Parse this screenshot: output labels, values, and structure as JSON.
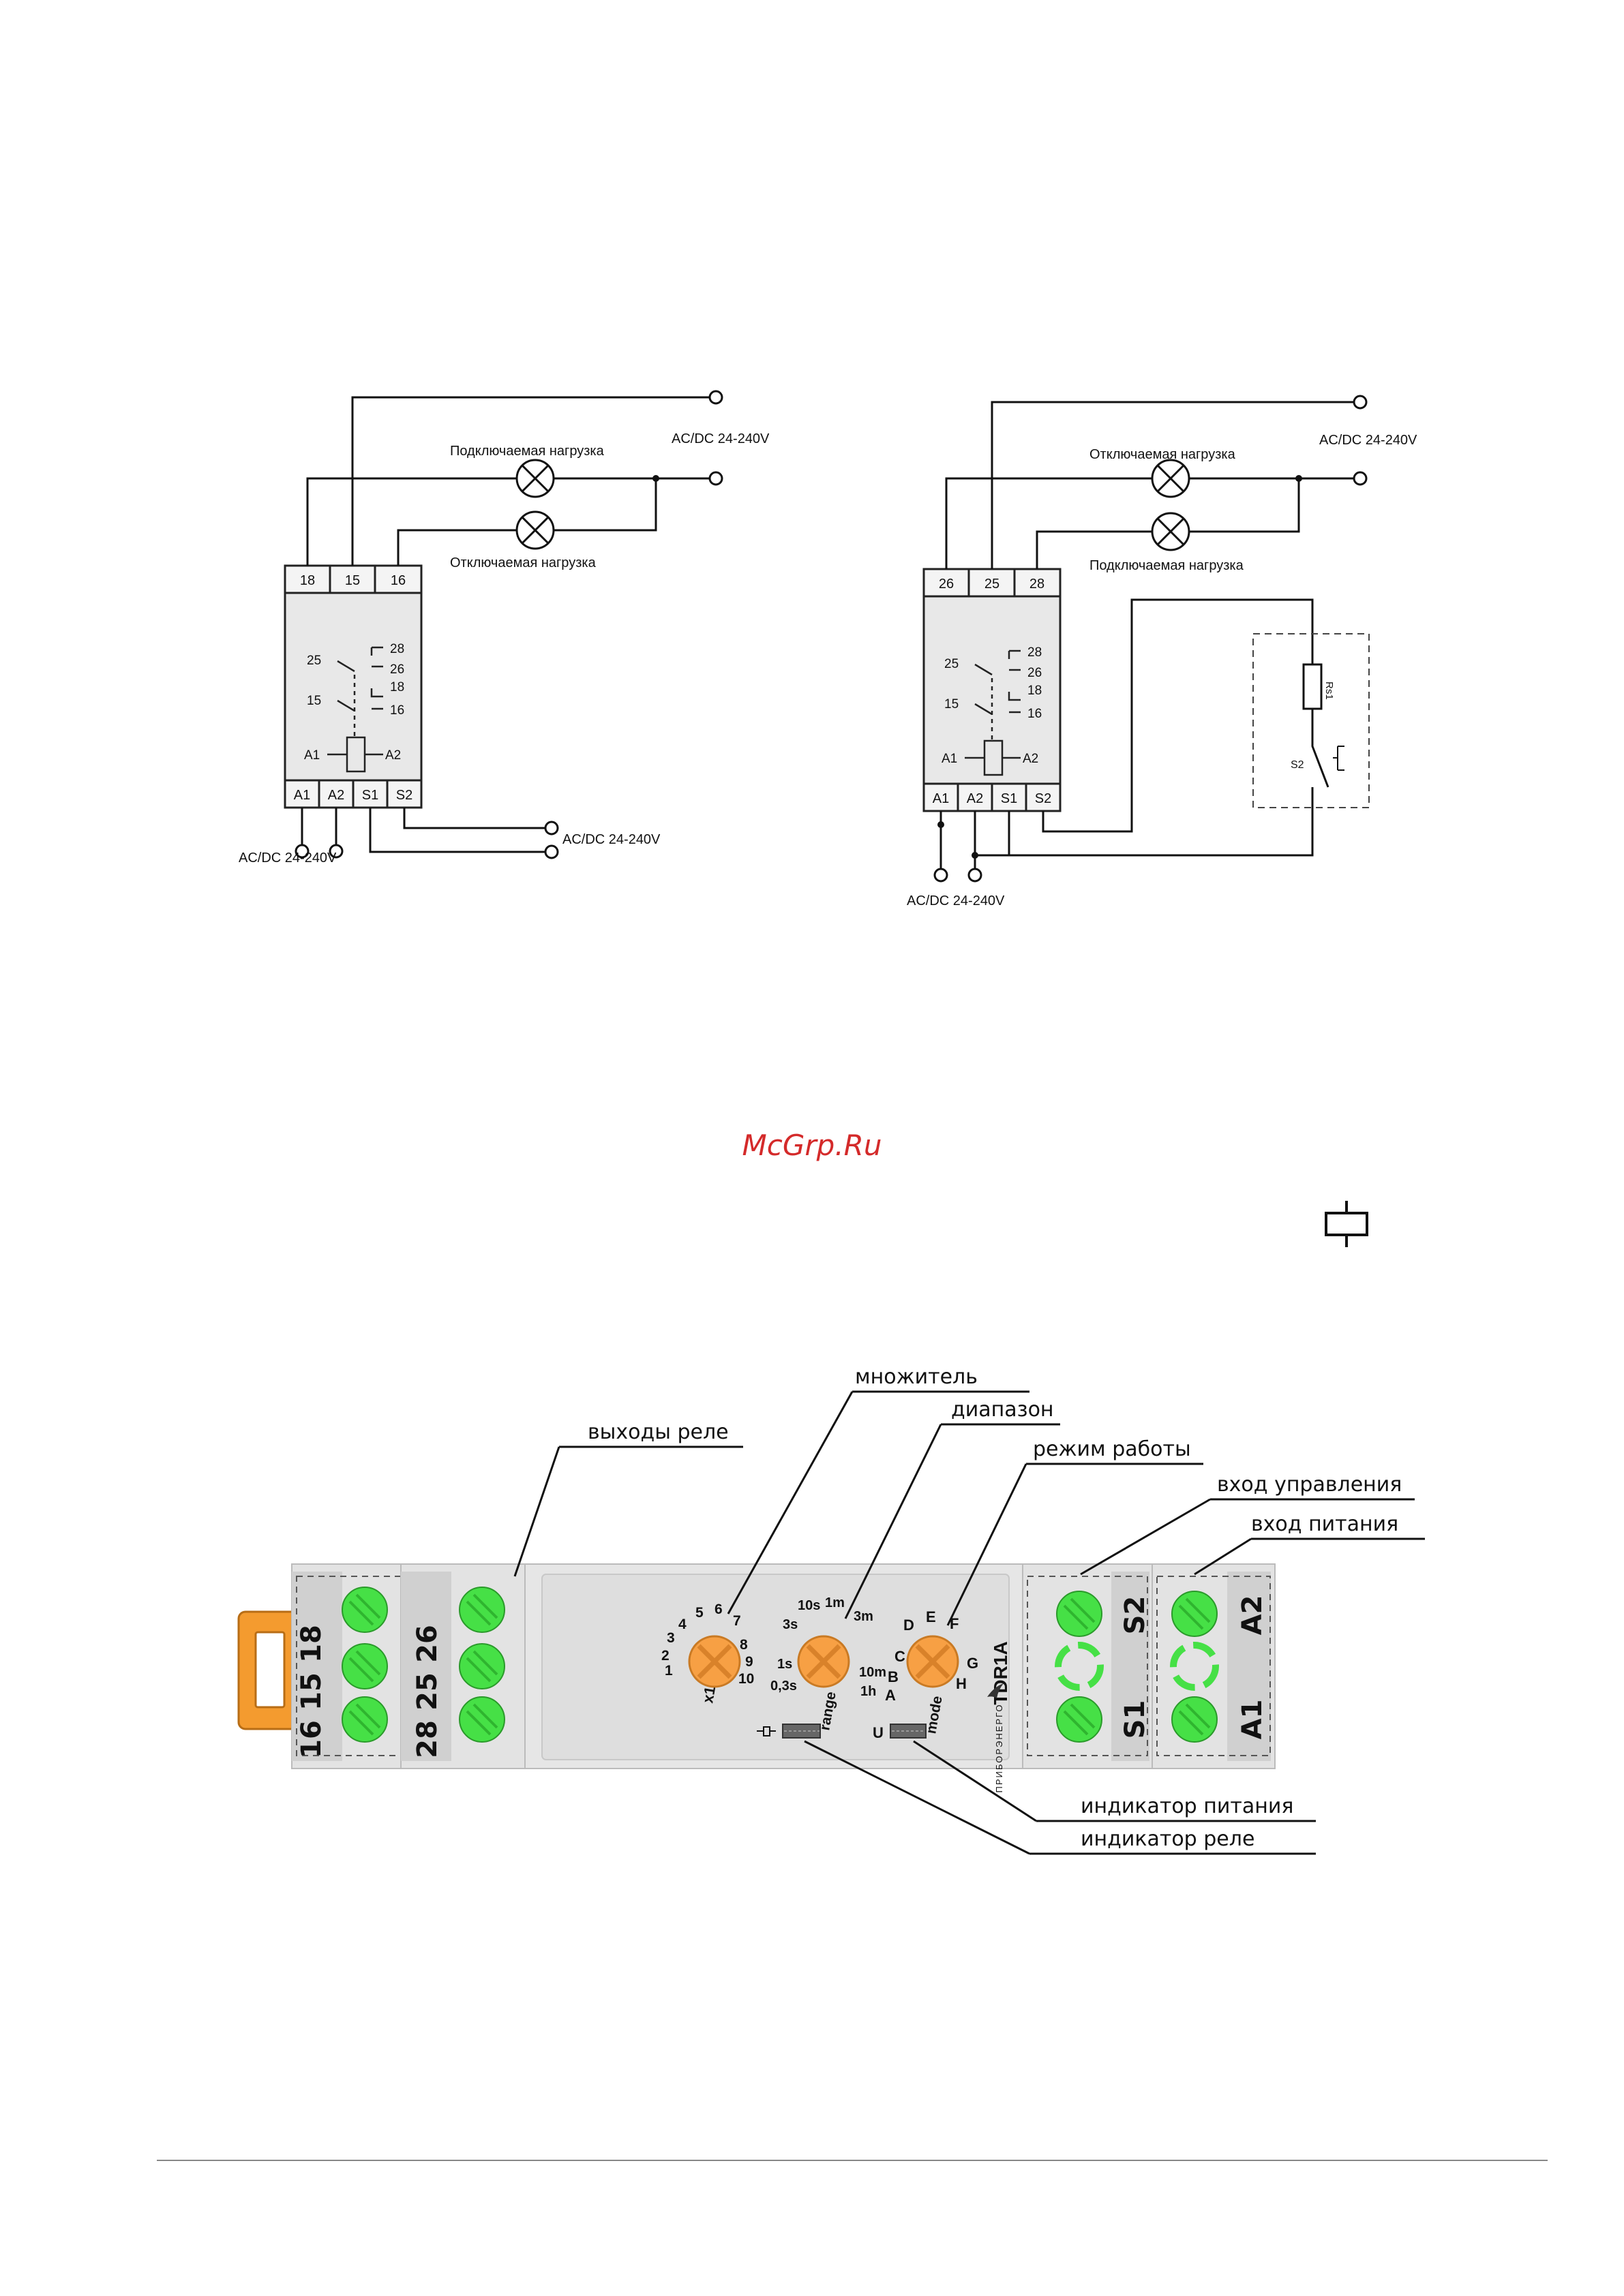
{
  "diagram1": {
    "top_terminals": [
      "18",
      "15",
      "16"
    ],
    "bottom_terminals": [
      "A1",
      "A2",
      "S1",
      "S2"
    ],
    "contacts": {
      "c1_common": "25",
      "c1_nc": "28",
      "c1_no": "26",
      "c2_common": "15",
      "c2_nc": "18",
      "c2_no": "16",
      "coil_left": "A1",
      "coil_right": "A2"
    },
    "supply_top": "AC/DC 24-240V",
    "supply_control": "AC/DC 24-240V",
    "supply_bottom": "AC/DC 24-240V",
    "load_on": "Подключаемая нагрузка",
    "load_off": "Отключаемая нагрузка"
  },
  "diagram2": {
    "top_terminals": [
      "26",
      "25",
      "28"
    ],
    "bottom_terminals": [
      "A1",
      "A2",
      "S1",
      "S2"
    ],
    "contacts": {
      "c1_common": "25",
      "c1_nc": "28",
      "c1_no": "26",
      "c2_common": "15",
      "c2_nc": "18",
      "c2_no": "16",
      "coil_left": "A1",
      "coil_right": "A2"
    },
    "supply_top": "AC/DC 24-240V",
    "supply_bottom": "AC/DC 24-240V",
    "load_off": "Отключаемая нагрузка",
    "load_on": "Подключаемая нагрузка",
    "resistor": "Rs1",
    "switch": "S2"
  },
  "watermark": "McGrp.Ru",
  "device": {
    "model": "TDR1A",
    "brand": "ПРИБОРЭНЕРГО",
    "left_terminals": {
      "col1": [
        "18",
        "15",
        "16"
      ],
      "col2": [
        "26",
        "25",
        "28"
      ]
    },
    "right_terminals": {
      "control": [
        "S2",
        "S1"
      ],
      "power": [
        "A2",
        "A1"
      ]
    },
    "dial1": {
      "caption": "x1",
      "scale": [
        "1",
        "2",
        "3",
        "4",
        "5",
        "6",
        "7",
        "8",
        "9",
        "10"
      ]
    },
    "dial2": {
      "caption": "range",
      "scale": [
        "0,3s",
        "1s",
        "3s",
        "10s",
        "1m",
        "3m",
        "10m",
        "1h"
      ]
    },
    "dial3": {
      "caption": "mode",
      "scale": [
        "A",
        "B",
        "C",
        "D",
        "E",
        "F",
        "G",
        "H"
      ]
    },
    "led_u": "U",
    "callouts": {
      "multiplier": "множитель",
      "range": "диапазон",
      "mode": "режим работы",
      "relay_outputs": "выходы реле",
      "control_input": "вход управления",
      "power_input": "вход питания",
      "power_indicator": "индикатор питания",
      "relay_indicator": "индикатор реле"
    }
  },
  "colors": {
    "terminal_green": "#4be54b",
    "knob_orange": "#f7a044",
    "clip_orange": "#f49b2f",
    "watermark_red": "#d42a2a",
    "housing": "#e3e3e3"
  }
}
